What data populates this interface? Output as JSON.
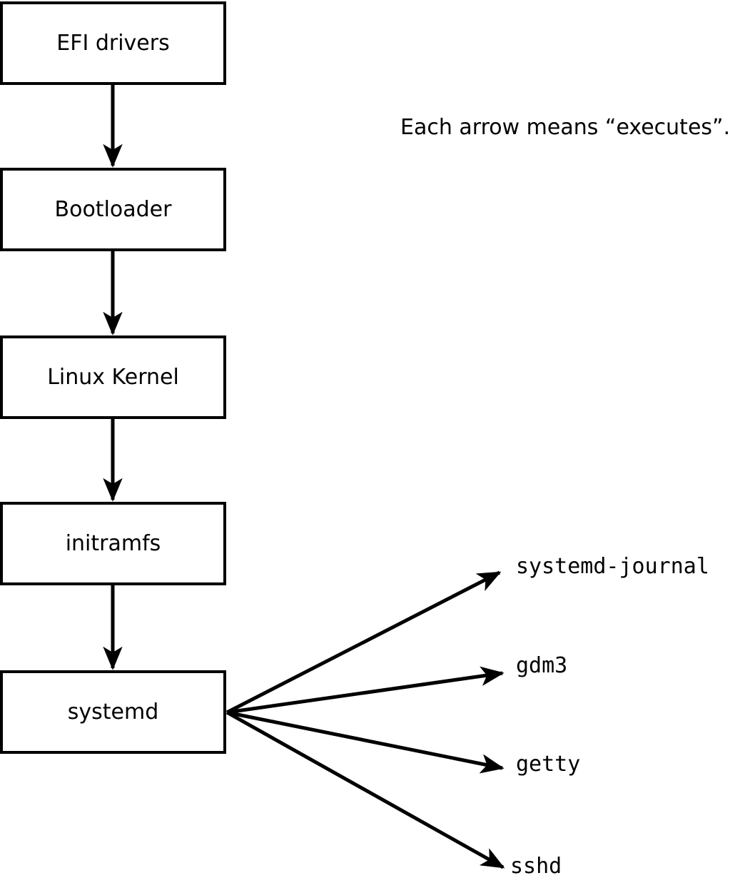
{
  "note": "Each arrow means “executes”.",
  "colors": {
    "line": "#000000",
    "box_fill": "#ffffff",
    "background": "#ffffff",
    "text": "#000000"
  },
  "arrow_meaning": "executes",
  "chain": [
    {
      "label": "EFI drivers"
    },
    {
      "label": "Bootloader"
    },
    {
      "label": "Linux Kernel"
    },
    {
      "label": "initramfs"
    },
    {
      "label": "systemd"
    }
  ],
  "targets": [
    {
      "label": "systemd-journal"
    },
    {
      "label": "gdm3"
    },
    {
      "label": "getty"
    },
    {
      "label": "sshd"
    }
  ]
}
